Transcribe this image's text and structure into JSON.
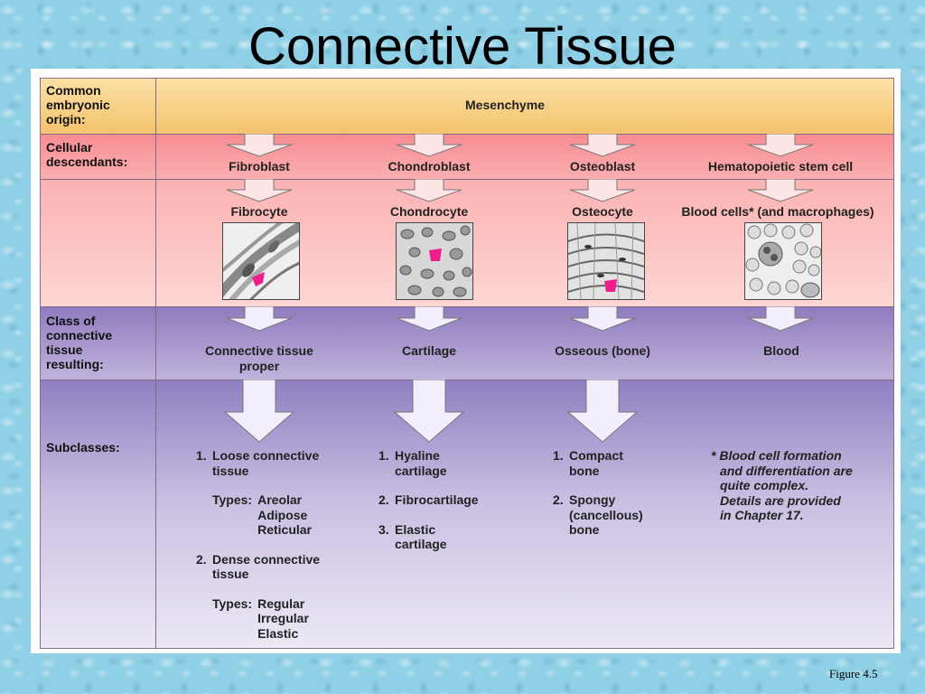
{
  "title": "Connective Tissue",
  "figure_ref": "Figure 4.5",
  "rows": {
    "origin": [
      "Common",
      "embryonic",
      "origin:"
    ],
    "cells": [
      "Cellular",
      "descendants:"
    ],
    "class": [
      "Class of",
      "connective",
      "tissue",
      "resulting:"
    ],
    "sub": [
      "Subclasses:"
    ]
  },
  "origin": "Mesenchyme",
  "descendants": [
    "Fibroblast",
    "Chondroblast",
    "Osteoblast",
    "Hematopoietic stem cell"
  ],
  "mature_cells": [
    "Fibrocyte",
    "Chondrocyte",
    "Osteocyte",
    "Blood cells* (and macrophages)"
  ],
  "classes": [
    "Connective tissue",
    "proper",
    "Cartilage",
    "Osseous (bone)",
    "Blood"
  ],
  "subclasses": {
    "proper": {
      "n1": "1.",
      "loose_a": "Loose connective",
      "loose_b": "tissue",
      "types_label_1": "Types:",
      "loose_types": [
        "Areolar",
        "Adipose",
        "Reticular"
      ],
      "n2": "2.",
      "dense_a": "Dense connective",
      "dense_b": "tissue",
      "types_label_2": "Types:",
      "dense_types": [
        "Regular",
        "Irregular",
        "Elastic"
      ]
    },
    "cartilage": {
      "n1": "1.",
      "hyaline_a": "Hyaline",
      "hyaline_b": "cartilage",
      "n2": "2.",
      "fibro": "Fibrocartilage",
      "n3": "3.",
      "elastic_a": "Elastic",
      "elastic_b": "cartilage"
    },
    "bone": {
      "n1": "1.",
      "compact_a": "Compact",
      "compact_b": "bone",
      "n2": "2.",
      "spongy_a": "Spongy",
      "spongy_b": "(cancellous)",
      "spongy_c": "bone"
    },
    "note": [
      "* Blood cell formation",
      "and differentiation are",
      "quite complex.",
      "Details are provided",
      "in Chapter 17."
    ]
  },
  "colors": {
    "origin_band": "#f4c36d",
    "cells_band": "#f78c92",
    "class_band": "#8e7bbd",
    "pointer": "#ee1f8c"
  }
}
